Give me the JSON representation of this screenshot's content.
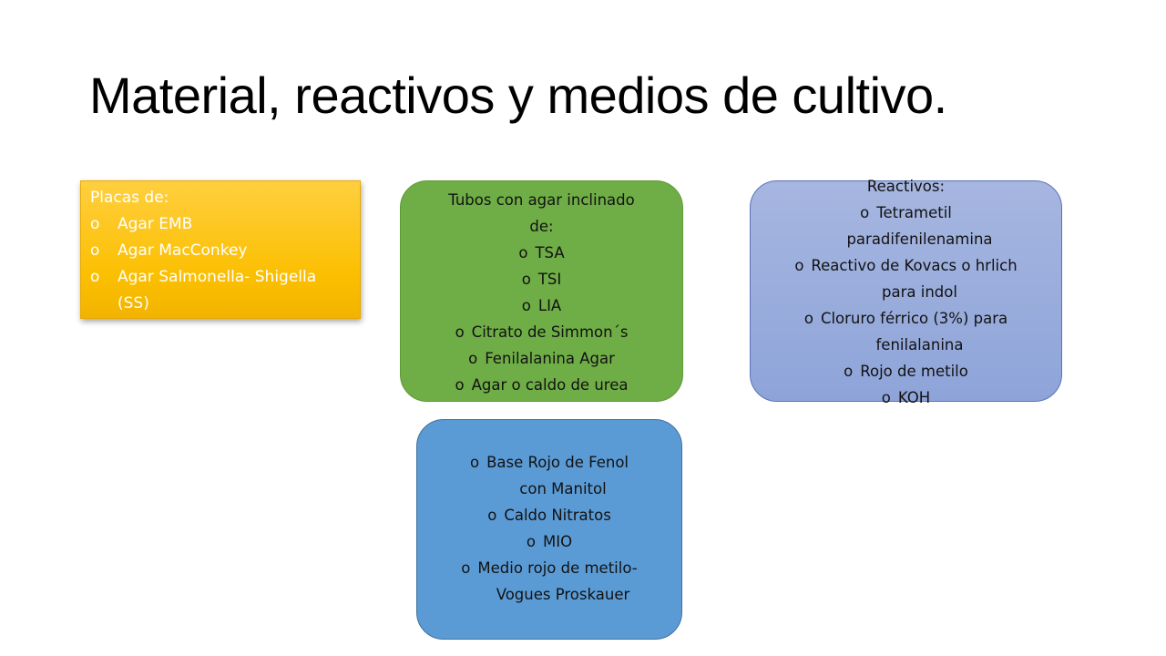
{
  "title": "Material, reactivos y medios de cultivo.",
  "bullet": "o",
  "placas": {
    "heading": "Placas de:",
    "items": [
      "Agar EMB",
      "Agar MacConkey",
      "Agar Salmonella- Shigella (SS)"
    ]
  },
  "tubos": {
    "heading_line1": "Tubos con agar inclinado",
    "heading_line2": "de:",
    "items": [
      "TSA",
      "TSI",
      "LIA",
      "Citrato de Simmon´s",
      "Fenilalanina Agar",
      "Agar o caldo de urea"
    ]
  },
  "reactivos": {
    "heading": "Reactivos:",
    "items": [
      {
        "line1": "Tetrametil",
        "line2": "paradifenilenamina"
      },
      {
        "line1": "Reactivo de Kovacs o hrlich",
        "line2": "para indol"
      },
      {
        "line1": "Cloruro férrico (3%) para",
        "line2": "fenilalanina"
      },
      {
        "line1": "Rojo de metilo"
      },
      {
        "line1": "KOH"
      }
    ]
  },
  "medios": {
    "items": [
      {
        "line1": "Base Rojo de Fenol",
        "line2": "con Manitol"
      },
      {
        "line1": "Caldo Nitratos"
      },
      {
        "line1": "MIO"
      },
      {
        "line1": "Medio rojo de metilo-",
        "line2": "Vogues Proskauer"
      }
    ]
  },
  "colors": {
    "placas_fill": "#fbbf00",
    "tubos_fill": "#6fad46",
    "reactivos_fill": "#8ea4d9",
    "medios_fill": "#5b9bd5"
  }
}
